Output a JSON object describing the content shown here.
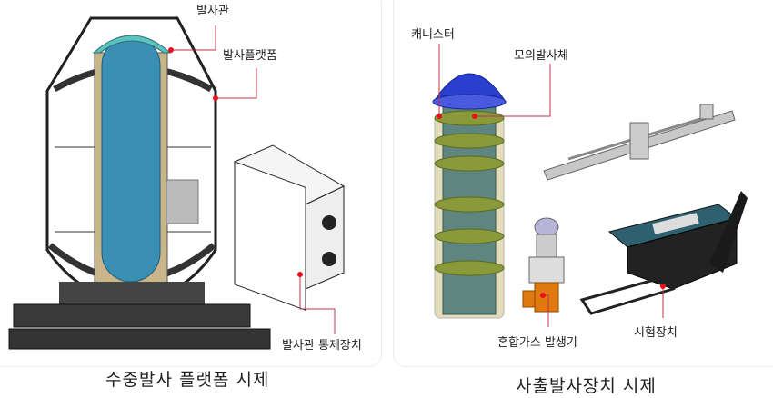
{
  "left_panel": {
    "caption": "수중발사 플랫폼 시제",
    "labels": {
      "launch_tube": "발사관",
      "launch_platform": "발사플랫폼",
      "tube_controller": "발사관 통제장치"
    }
  },
  "right_panel": {
    "caption": "사출발사장치 시제",
    "labels": {
      "canister": "캐니스터",
      "mock_vehicle": "모의발사체",
      "gas_generator": "혼합가스 발생기",
      "test_equipment": "시험장치"
    }
  },
  "colors": {
    "leader": "#c0304a",
    "dot": "#e8101c",
    "tube": "#3a8fb5",
    "ring": "#8a9a3a",
    "dome": "#2a3fd0"
  }
}
